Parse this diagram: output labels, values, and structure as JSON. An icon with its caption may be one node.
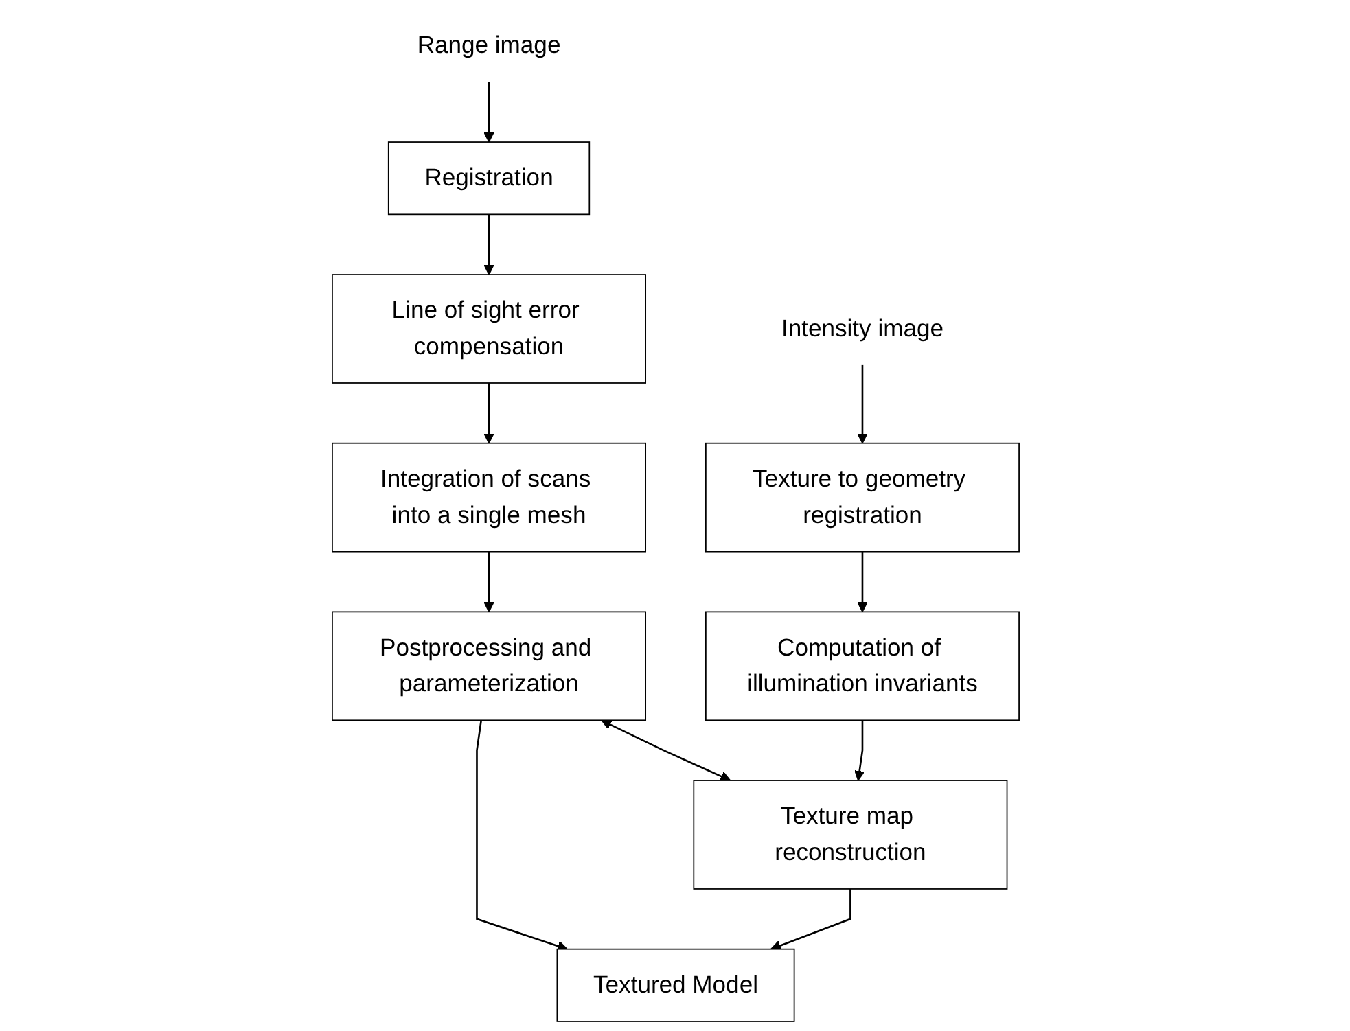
{
  "diagram": {
    "nodes": [
      {
        "text": [
          "Range image"
        ]
      },
      {
        "text": [
          "Registration"
        ]
      },
      {
        "text": [
          "Line of sight error compensation"
        ]
      },
      {
        "text": [
          "Integration of scans into a single mesh"
        ]
      },
      {
        "text": [
          "Postprocessing and parameterization"
        ]
      },
      {
        "text": [
          "Intensity image"
        ]
      },
      {
        "text": [
          "Texture to geometry registration"
        ]
      },
      {
        "text": [
          "Computation of illumination invariants"
        ]
      },
      {
        "text": [
          "Texture map reconstruction"
        ]
      },
      {
        "text": [
          "Textured Model"
        ]
      }
    ],
    "edges": [
      {
        "from": 0,
        "to": 1,
        "arrow": "to"
      },
      {
        "from": 1,
        "to": 2,
        "arrow": "to"
      },
      {
        "from": 2,
        "to": 3,
        "arrow": "to"
      },
      {
        "from": 3,
        "to": 4,
        "arrow": "to"
      },
      {
        "from": 5,
        "to": 6,
        "arrow": "to"
      },
      {
        "from": 6,
        "to": 7,
        "arrow": "to"
      },
      {
        "from": 7,
        "to": 8,
        "arrow": "to"
      },
      {
        "from": 4,
        "to": 8,
        "arrow": "both"
      },
      {
        "from": 4,
        "to": 9,
        "arrow": "to"
      },
      {
        "from": 8,
        "to": 9,
        "arrow": "to"
      }
    ]
  }
}
